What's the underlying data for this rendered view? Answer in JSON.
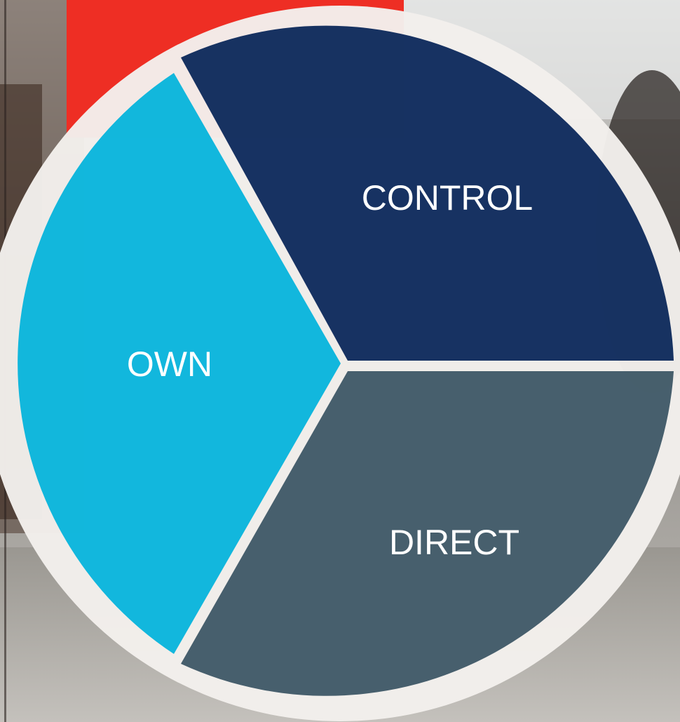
{
  "diagram": {
    "segments": [
      {
        "id": "control",
        "label": "CONTROL",
        "color": "#0e2a5c"
      },
      {
        "id": "own",
        "label": "OWN",
        "color": "#08b4dc"
      },
      {
        "id": "direct",
        "label": "DIRECT",
        "color": "#405867"
      }
    ],
    "ring_color": "#f3f0ec",
    "accent_block_color": "#ee2e24"
  }
}
